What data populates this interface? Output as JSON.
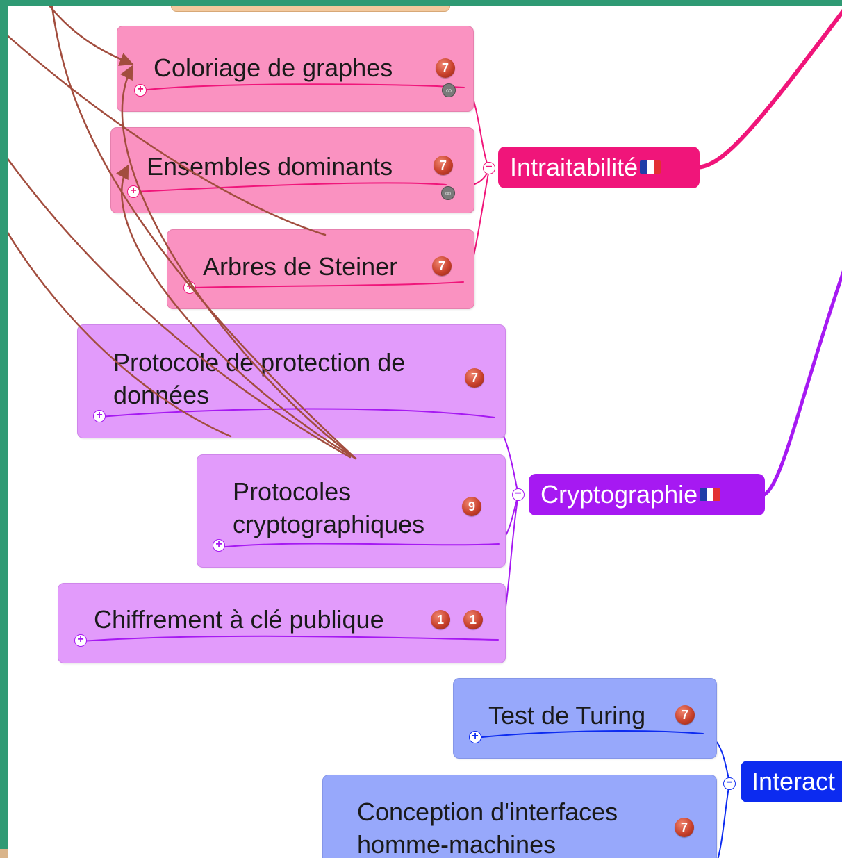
{
  "colors": {
    "background": "#2f9a74",
    "pink_branch": "#f0157a",
    "violet_branch": "#a619f2",
    "blue_branch": "#0c2bf0",
    "relation_arrow": "#a24d3e",
    "badge": "#c8412c"
  },
  "hubs": {
    "intraitabilite": {
      "label": "Intraitabilité",
      "flag_icon": "french-flag"
    },
    "cryptographie": {
      "label": "Cryptographie",
      "flag_icon": "french-flag"
    },
    "interaction": {
      "label": "Interact"
    }
  },
  "nodes": {
    "coloriage": {
      "label": "Coloriage de graphes",
      "badge": "7"
    },
    "ensembles": {
      "label": "Ensembles dominants",
      "badge": "7"
    },
    "steiner": {
      "label": "Arbres de Steiner",
      "badge": "7"
    },
    "protection": {
      "line1": "Protocole de protection de",
      "line2": "données",
      "badge": "7"
    },
    "protocoles": {
      "line1": "Protocoles",
      "line2": "cryptographiques",
      "badge": "9"
    },
    "chiffrement": {
      "label": "Chiffrement à clé publique",
      "badge1": "1",
      "badge2": "1"
    },
    "turing": {
      "label": "Test de Turing",
      "badge": "7"
    },
    "interfaces": {
      "line1": "Conception d'interfaces",
      "line2": "homme-machines",
      "badge": "7"
    }
  },
  "icons": {
    "expand": "+",
    "collapse": "−",
    "link": "link-icon"
  }
}
